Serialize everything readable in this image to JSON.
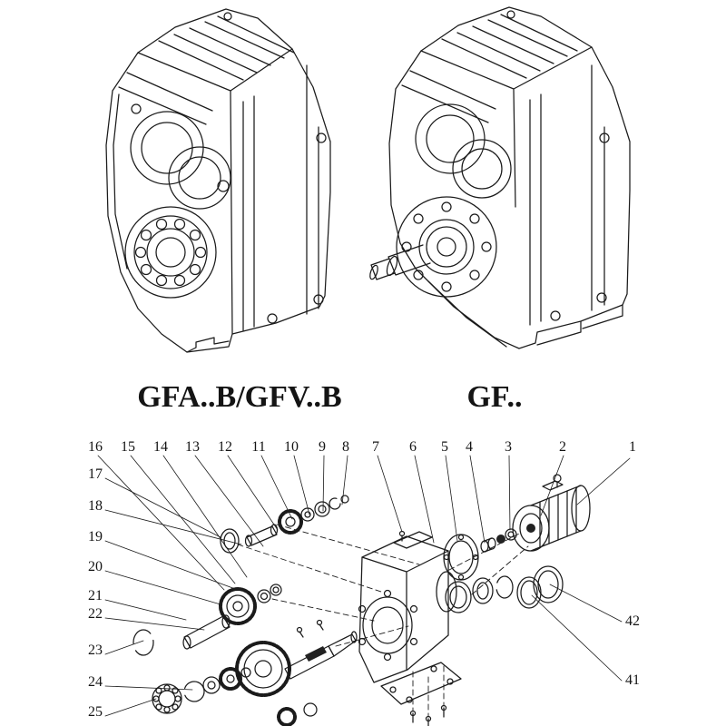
{
  "page": {
    "background": "#ffffff",
    "line_color": "#1b1b1b"
  },
  "labels": {
    "left_model": "GFA..B/GFV..B",
    "right_model": "GF.."
  },
  "exploded": {
    "top_callouts": [
      "16",
      "15",
      "14",
      "13",
      "12",
      "11",
      "10",
      "9",
      "8",
      "7",
      "6",
      "5",
      "4",
      "3",
      "2",
      "1"
    ],
    "left_callouts": [
      "17",
      "18",
      "19",
      "20",
      "21",
      "22",
      "23",
      "24",
      "25"
    ],
    "right_callouts": [
      "42",
      "41"
    ]
  }
}
